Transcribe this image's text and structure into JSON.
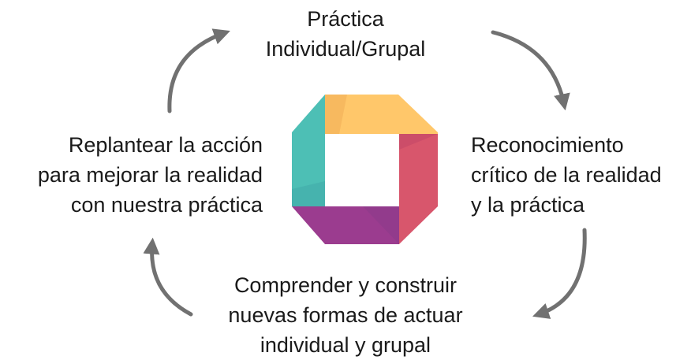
{
  "diagram": {
    "steps": {
      "top": [
        "Práctica",
        "Individual/Grupal"
      ],
      "right": [
        "Reconocimiento",
        "crítico de la realidad",
        "y la práctica"
      ],
      "bottom": [
        "Comprender y construir",
        "nuevas formas de actuar",
        "individual y grupal"
      ],
      "left": [
        "Replantear la acción",
        "para mejorar la realidad",
        "con nuestra práctica"
      ]
    },
    "colors": {
      "arrow": "#717171",
      "logo_yellow": "#FFC76A",
      "logo_red": "#D8566C",
      "logo_purple": "#9B3C8F",
      "logo_teal": "#4DBFB5"
    },
    "icons": {
      "center": "octagon-logo-icon",
      "cycle": "circular-arrow-icon"
    }
  }
}
